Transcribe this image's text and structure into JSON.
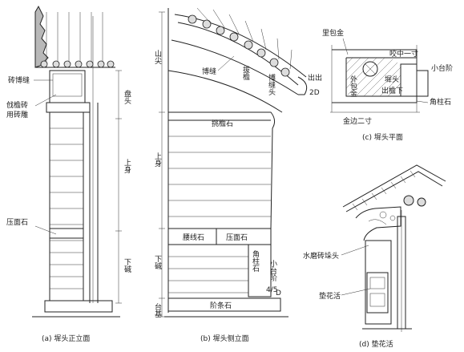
{
  "panels": {
    "a": {
      "caption": "(a) 墀头正立面",
      "labels": {
        "zhuan_bo_feng": "砖博缝",
        "qi_yan_zhuan_1": "戗檐砖",
        "qi_yan_zhuan_2": "用砖雕",
        "ya_mian_shi": "压面石"
      },
      "dims": {
        "pan_tou": "盘头",
        "shang_shen": "上身",
        "xia_jian": "下碱"
      }
    },
    "b": {
      "caption": "(b) 墀头侧立面",
      "labels": {
        "bo_feng": "博缝",
        "ba_yan": "拔檐",
        "bo_feng_tou": "博缝头",
        "tiao_yan_shi": "挑檐石",
        "yao_xian_shi": "腰线石",
        "ya_mian_shi": "压面石",
        "jiao_zhu_shi": "角柱石",
        "xiao_tai_jie": "小台阶",
        "fraction": "4/5",
        "fraction_d": "D",
        "jie_tiao_shi": "阶条石"
      },
      "dims": {
        "shan_jian": "山尖",
        "shang_shen": "上身",
        "xia_jian": "下碱",
        "tai_ji": "台基"
      }
    },
    "c": {
      "caption": "(c) 墀头平面",
      "labels": {
        "li_bao_jin": "里包金",
        "jiao_zhong_yi_cun": "咬中一寸",
        "xiao_tai_jie": "小台阶",
        "chu_chu": "出出",
        "two_d": "2D",
        "wai_bao_jin": "外包金",
        "chi_tou": "墀头",
        "chu_yan_xia": "出檐下",
        "jiao_zhu_shi": "角柱石",
        "jin_bian_er_cun": "金边二寸"
      }
    },
    "d": {
      "caption": "(d) 垫花活",
      "labels": {
        "shui_mo_zhuan_duo_tou": "水磨砖垛头",
        "dian_hua_huo": "垫花活"
      }
    }
  }
}
